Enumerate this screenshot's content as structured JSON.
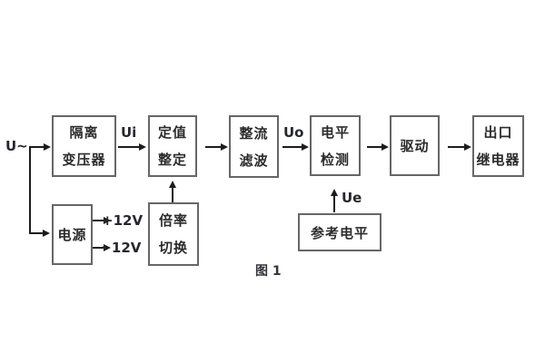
{
  "diagram": {
    "caption": "图 1",
    "input_label": "U~",
    "signals": {
      "ui": "Ui",
      "uo": "Uo",
      "ue": "Ue"
    },
    "power_rails": {
      "positive": "+12V",
      "negative": "· 12V"
    },
    "boxes": {
      "isolation_transformer": {
        "line1": "隔离",
        "line2": "变压器"
      },
      "setting": {
        "line1": "定值",
        "line2": "整定"
      },
      "rectifier_filter": {
        "line1": "整流",
        "line2": "滤波"
      },
      "level_detect": {
        "line1": "电平",
        "line2": "检测"
      },
      "drive": {
        "line1": "驱动"
      },
      "output_relay": {
        "line1": "出口",
        "line2": "继电器"
      },
      "power": {
        "line1": "电源"
      },
      "ratio_switch": {
        "line1": "倍率",
        "line2": "切换"
      },
      "reference_level": {
        "line1": "参考电平"
      }
    },
    "colors": {
      "border": "#666666",
      "line": "#1c1c1c",
      "text": "#2b2b2b"
    }
  }
}
